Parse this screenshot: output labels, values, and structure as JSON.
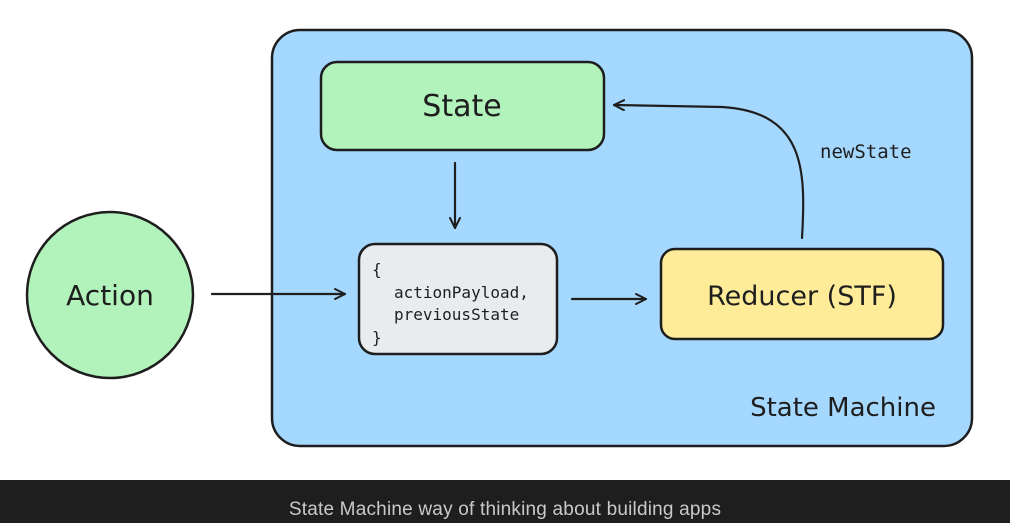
{
  "diagram": {
    "container_label": "State Machine",
    "nodes": {
      "state": "State",
      "action": "Action",
      "payload_open": "{",
      "payload_line1": "actionPayload,",
      "payload_line2": "previousState",
      "payload_close": "}",
      "reducer": "Reducer (STF)"
    },
    "edges": {
      "new_state_label": "newState"
    },
    "colors": {
      "container_fill": "#a5d8ff",
      "state_fill": "#b2f2bb",
      "action_fill": "#b2f2bb",
      "payload_fill": "#e9ecef",
      "reducer_fill": "#ffec99",
      "stroke": "#1e1e1e"
    }
  },
  "caption": {
    "text": "State Machine way of thinking about building apps",
    "bar_color": "#1e1e1e"
  }
}
